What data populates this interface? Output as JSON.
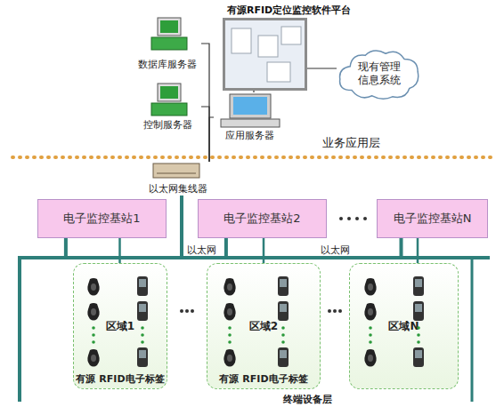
{
  "diagram": {
    "nodes": [
      {
        "text": [
          "有源RFID定位监控软件平台"
        ]
      },
      {
        "text": [
          "现有管理信息系统"
        ]
      },
      {
        "text": [
          "数据库服务器"
        ]
      },
      {
        "text": [
          "控制服务器"
        ]
      },
      {
        "text": [
          "应用服务器"
        ]
      },
      {
        "text": [
          "以太网集线器"
        ]
      },
      {
        "text": [
          "电子监控基站1"
        ]
      },
      {
        "text": [
          "电子监控基站2"
        ]
      },
      {
        "text": [
          "电子监控基站N"
        ]
      },
      {
        "text": [
          "区域1",
          "有源 RFID电子标签"
        ]
      },
      {
        "text": [
          "区域2",
          "有源 RFID电子标签"
        ]
      },
      {
        "text": [
          "区域N"
        ]
      }
    ],
    "edges": [
      {
        "from": 0,
        "to": 1,
        "arrow": "none"
      },
      {
        "from": 0,
        "to": 4,
        "arrow": "none"
      },
      {
        "from": 2,
        "to": 5,
        "arrow": "none"
      },
      {
        "from": 3,
        "to": 5,
        "arrow": "none"
      },
      {
        "from": 4,
        "to": 5,
        "arrow": "none"
      },
      {
        "from": 5,
        "to": 6,
        "arrow": "none"
      },
      {
        "from": 5,
        "to": 7,
        "arrow": "none"
      },
      {
        "from": 5,
        "to": 8,
        "arrow": "none"
      },
      {
        "from": 6,
        "to": 9,
        "arrow": "none"
      },
      {
        "from": 7,
        "to": 10,
        "arrow": "none"
      },
      {
        "from": 8,
        "to": 11,
        "arrow": "none"
      }
    ],
    "labels": [
      "业务应用层",
      "以太网",
      "以太网",
      "终端设备层"
    ]
  }
}
